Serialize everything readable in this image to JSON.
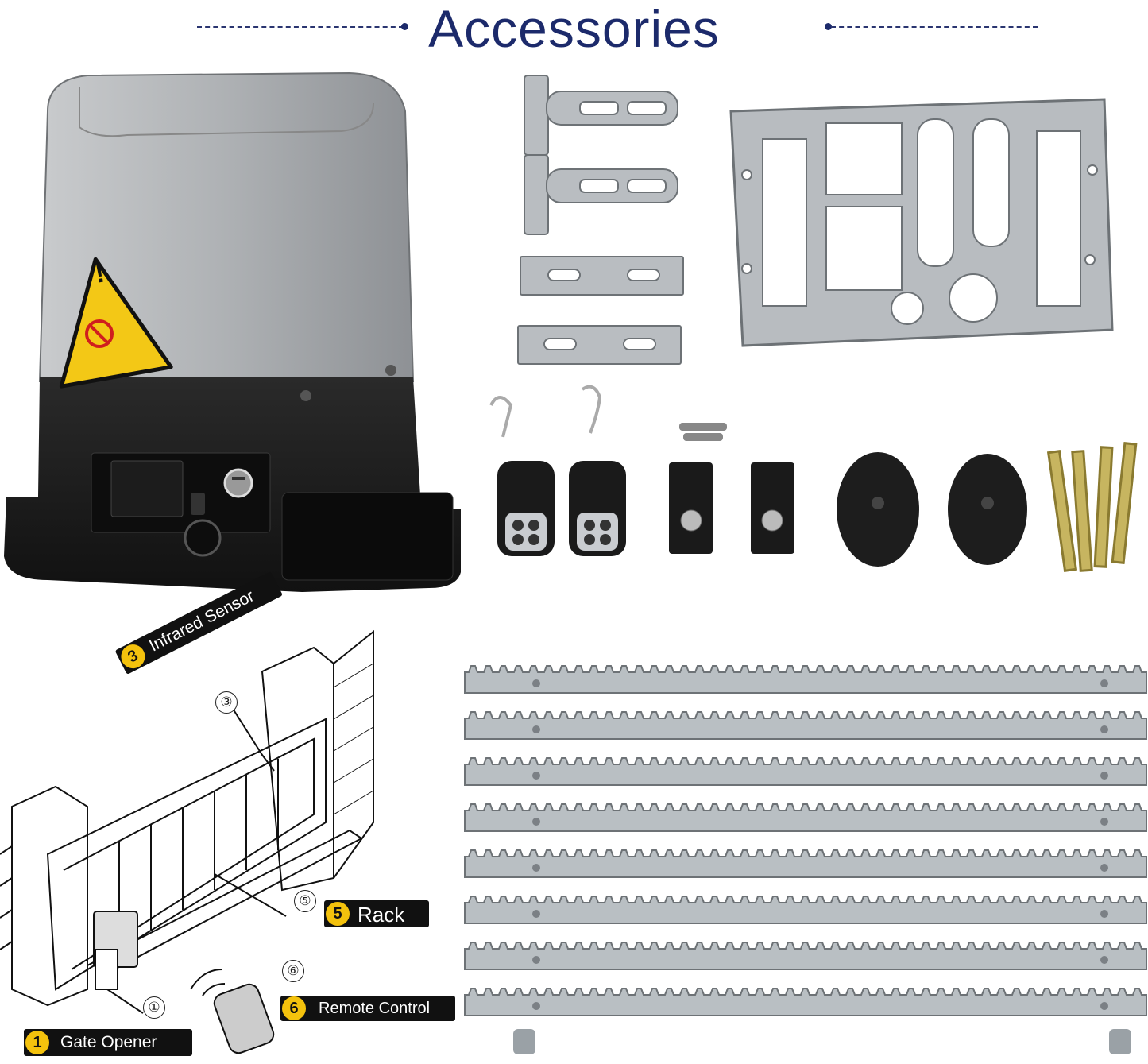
{
  "header": {
    "title": "Accessories"
  },
  "diagram": {
    "labels": [
      {
        "num": "3",
        "text": "Infrared Sensor"
      },
      {
        "num": "5",
        "text": "Rack"
      },
      {
        "num": "6",
        "text": "Remote Control"
      },
      {
        "num": "1",
        "text": "Gate Opener"
      }
    ],
    "callouts": [
      "③",
      "⑤",
      "⑥",
      "①"
    ]
  },
  "warning_label": {
    "text": "!"
  },
  "colors": {
    "title": "#1c2a6b",
    "motor_cover": "#a9acaf",
    "motor_base": "#1b1b1b",
    "metal": "#b9bdc1",
    "warning": "#f3c816"
  }
}
